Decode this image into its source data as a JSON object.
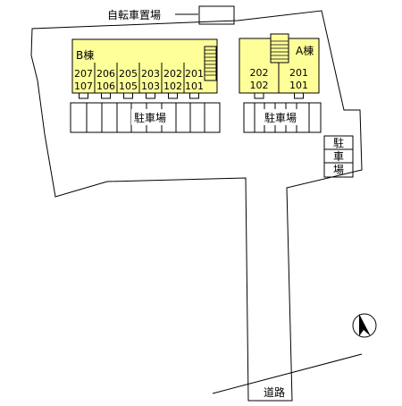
{
  "bicycle_parking_label": "自転車置場",
  "building_b": {
    "name": "B棟",
    "units": [
      {
        "upper": "207",
        "lower": "107"
      },
      {
        "upper": "206",
        "lower": "106"
      },
      {
        "upper": "205",
        "lower": "105"
      },
      {
        "upper": "203",
        "lower": "103"
      },
      {
        "upper": "202",
        "lower": "102"
      },
      {
        "upper": "201",
        "lower": "101"
      }
    ]
  },
  "building_a": {
    "name": "A棟",
    "units": [
      {
        "upper": "202",
        "lower": "102"
      },
      {
        "upper": "201",
        "lower": "101"
      }
    ]
  },
  "parking_left_label": "駐車場",
  "parking_right_label": "駐車場",
  "parking_side_label": [
    "駐",
    "車",
    "場"
  ],
  "road_label": "道路",
  "north_arrow_icon": "north-arrow-icon",
  "colors": {
    "building_fill": "#ffff99",
    "outline": "#000000"
  }
}
